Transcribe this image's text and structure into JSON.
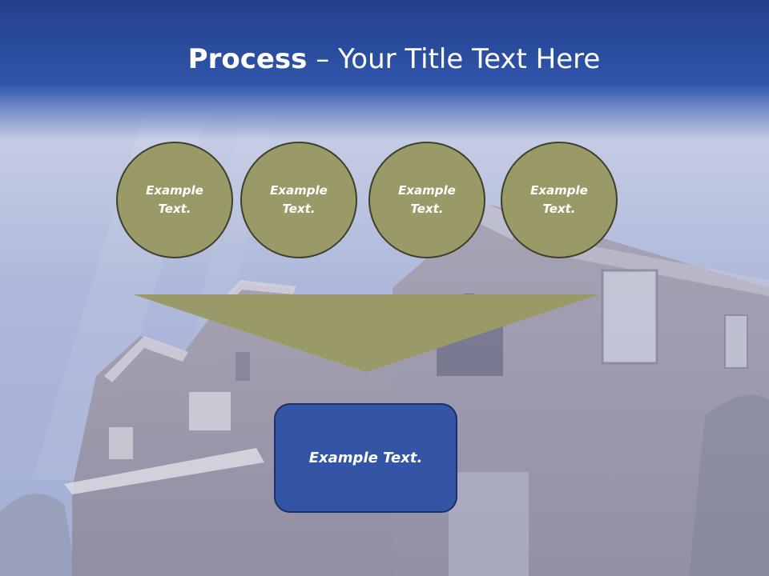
{
  "slide": {
    "title_bold": "Process",
    "title_separator": "–",
    "title_rest": "Your Title Text Here"
  },
  "steps": [
    {
      "label": "Example Text."
    },
    {
      "label": "Example Text."
    },
    {
      "label": "Example Text."
    },
    {
      "label": "Example Text."
    }
  ],
  "result": {
    "label": "Example Text."
  },
  "colors": {
    "title_band": "#2f55ab",
    "circle_fill": "#9a9a68",
    "circle_border": "#3f3f2c",
    "arrow_fill": "#9a9a68",
    "result_fill": "#3455a6",
    "result_border": "#1f2f66"
  }
}
